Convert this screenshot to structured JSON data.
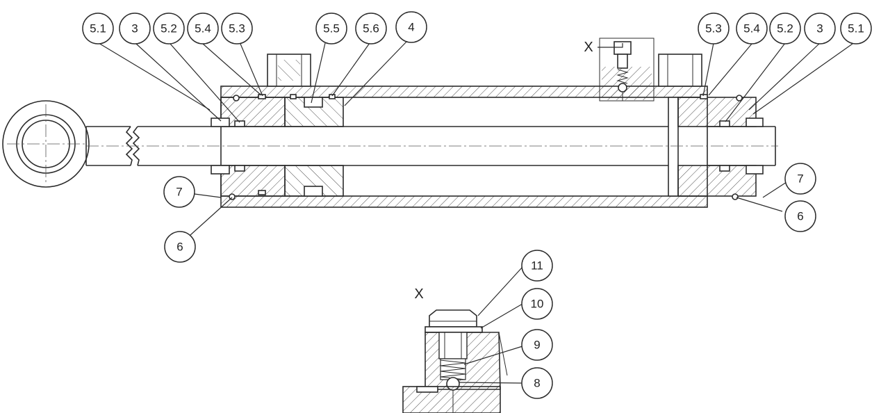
{
  "diagram": {
    "view_label_main": "X",
    "view_label_detail": "X",
    "callouts": [
      {
        "id": "c1",
        "label": "5.1"
      },
      {
        "id": "c2",
        "label": "3"
      },
      {
        "id": "c3",
        "label": "5.2"
      },
      {
        "id": "c4",
        "label": "5.4"
      },
      {
        "id": "c5",
        "label": "5.3"
      },
      {
        "id": "c6",
        "label": "5.5"
      },
      {
        "id": "c7",
        "label": "5.6"
      },
      {
        "id": "c8",
        "label": "4"
      },
      {
        "id": "c9",
        "label": "5.3"
      },
      {
        "id": "c10",
        "label": "5.4"
      },
      {
        "id": "c11",
        "label": "5.2"
      },
      {
        "id": "c12",
        "label": "3"
      },
      {
        "id": "c13",
        "label": "5.1"
      },
      {
        "id": "c14",
        "label": "7"
      },
      {
        "id": "c15",
        "label": "6"
      },
      {
        "id": "c16",
        "label": "7"
      },
      {
        "id": "c17",
        "label": "6"
      },
      {
        "id": "c18",
        "label": "11"
      },
      {
        "id": "c19",
        "label": "10"
      },
      {
        "id": "c20",
        "label": "9"
      },
      {
        "id": "c21",
        "label": "8"
      }
    ]
  }
}
